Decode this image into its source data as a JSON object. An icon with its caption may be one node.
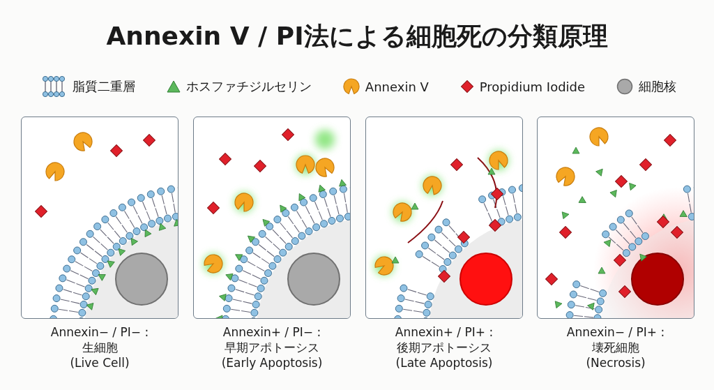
{
  "diagram": {
    "title": "Annexin V / PI法による細胞死の分類原理",
    "nodes": [
      {
        "text": [
          "Annexin− / PI− :",
          "生細胞",
          "(Live Cell)"
        ]
      },
      {
        "text": [
          "Annexin+ / PI− :",
          "早期アポトーシス",
          "(Early Apoptosis)"
        ]
      },
      {
        "text": [
          "Annexin+ / PI+ :",
          "後期アポトーシス",
          "(Late Apoptosis)"
        ]
      },
      {
        "text": [
          "Annexin− / PI+ :",
          "壊死細胞",
          "(Necrosis)"
        ]
      }
    ],
    "legend": [
      {
        "text": "脂質二重層"
      },
      {
        "text": "ホスファチジルセリン"
      },
      {
        "text": "Annexin V"
      },
      {
        "text": "Propidium Iodide"
      },
      {
        "text": "細胞核"
      }
    ]
  }
}
